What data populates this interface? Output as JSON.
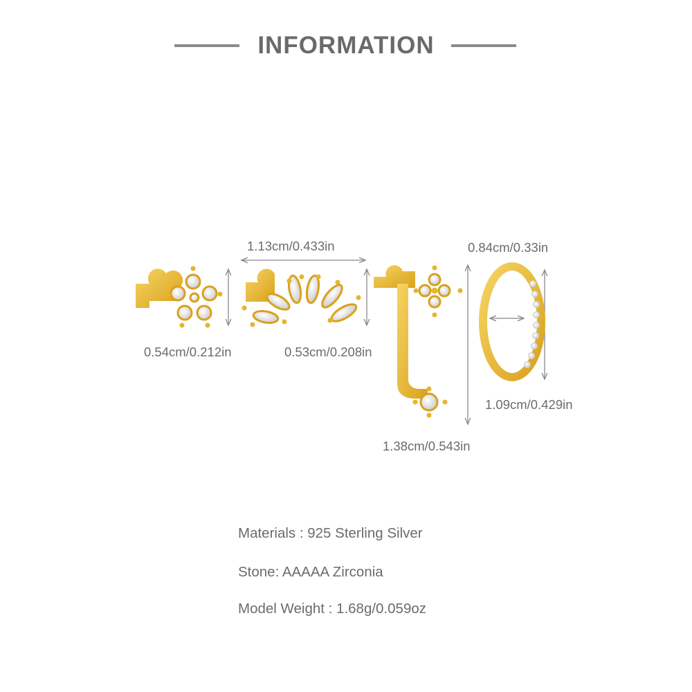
{
  "header": {
    "title": "INFORMATION"
  },
  "dimensions": {
    "stud_flower_height": "0.54cm/0.212in",
    "stud_fan_width": "1.13cm/0.433in",
    "stud_fan_height": "0.53cm/0.208in",
    "ear_jacket_height": "1.38cm/0.543in",
    "hoop_inner_width": "0.84cm/0.33in",
    "hoop_height": "1.09cm/0.429in"
  },
  "specs": [
    {
      "text": "Materials : 925 Sterling Silver"
    },
    {
      "text": "Stone: AAAAA Zirconia"
    },
    {
      "text": "Model Weight : 1.68g/0.059oz"
    }
  ],
  "colors": {
    "gold": "#e6b52c",
    "text": "#6b6b6b",
    "arrow": "#888888"
  }
}
